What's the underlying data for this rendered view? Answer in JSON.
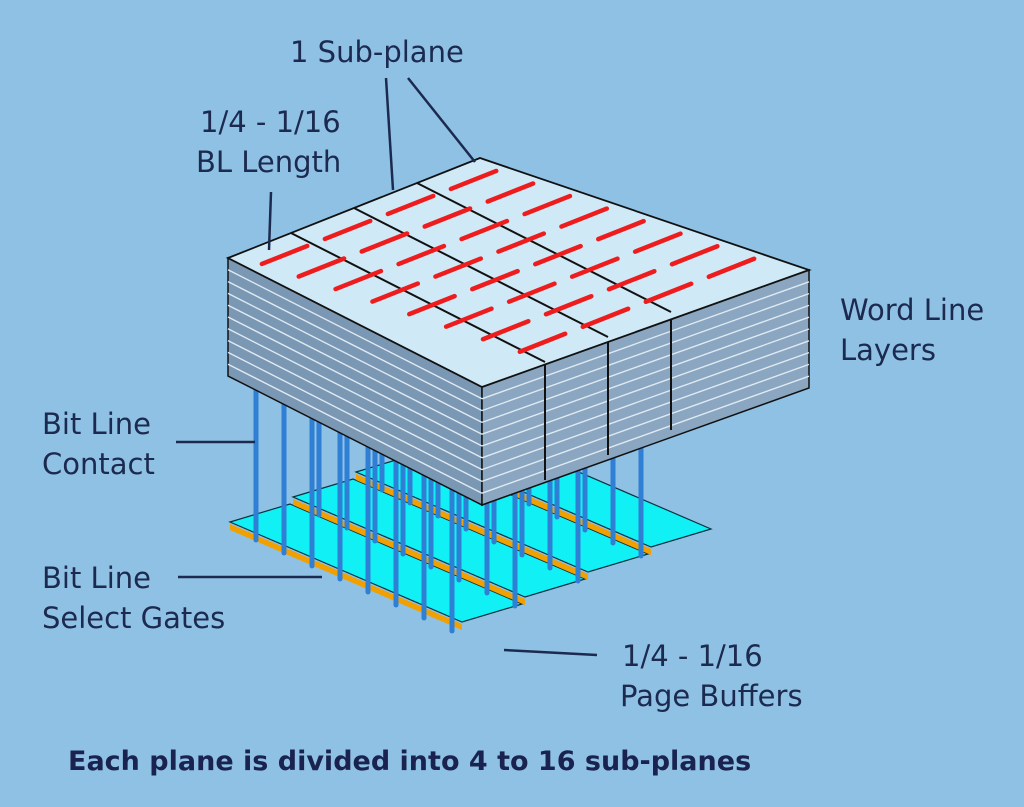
{
  "diagram": {
    "labels": {
      "sub_plane": "1 Sub-plane",
      "bl_length_line1": "1/4 - 1/16",
      "bl_length_line2": "BL Length",
      "word_line_line1": "Word Line",
      "word_line_line2": "Layers",
      "bit_line_contact_line1": "Bit Line",
      "bit_line_contact_line2": "Contact",
      "select_gates_line1": "Bit Line",
      "select_gates_line2": "Select Gates",
      "page_buffers_line1": "1/4 - 1/16",
      "page_buffers_line2": "Page Buffers"
    },
    "caption": "Each plane is divided into 4 to 16 sub-planes",
    "colors": {
      "background": "#8fc1e4",
      "top_face": "#cfe9f6",
      "side_face": "#7a97b4",
      "bit_line_trace": "#ee1c1c",
      "contact_pillar": "#2f7fd4",
      "page_buffer": "#11f0f5",
      "select_gate_edge": "#f0a000",
      "text": "#1b2a4e"
    },
    "sub_plane_count_shown": 4,
    "word_line_layer_count_shown": 10
  }
}
